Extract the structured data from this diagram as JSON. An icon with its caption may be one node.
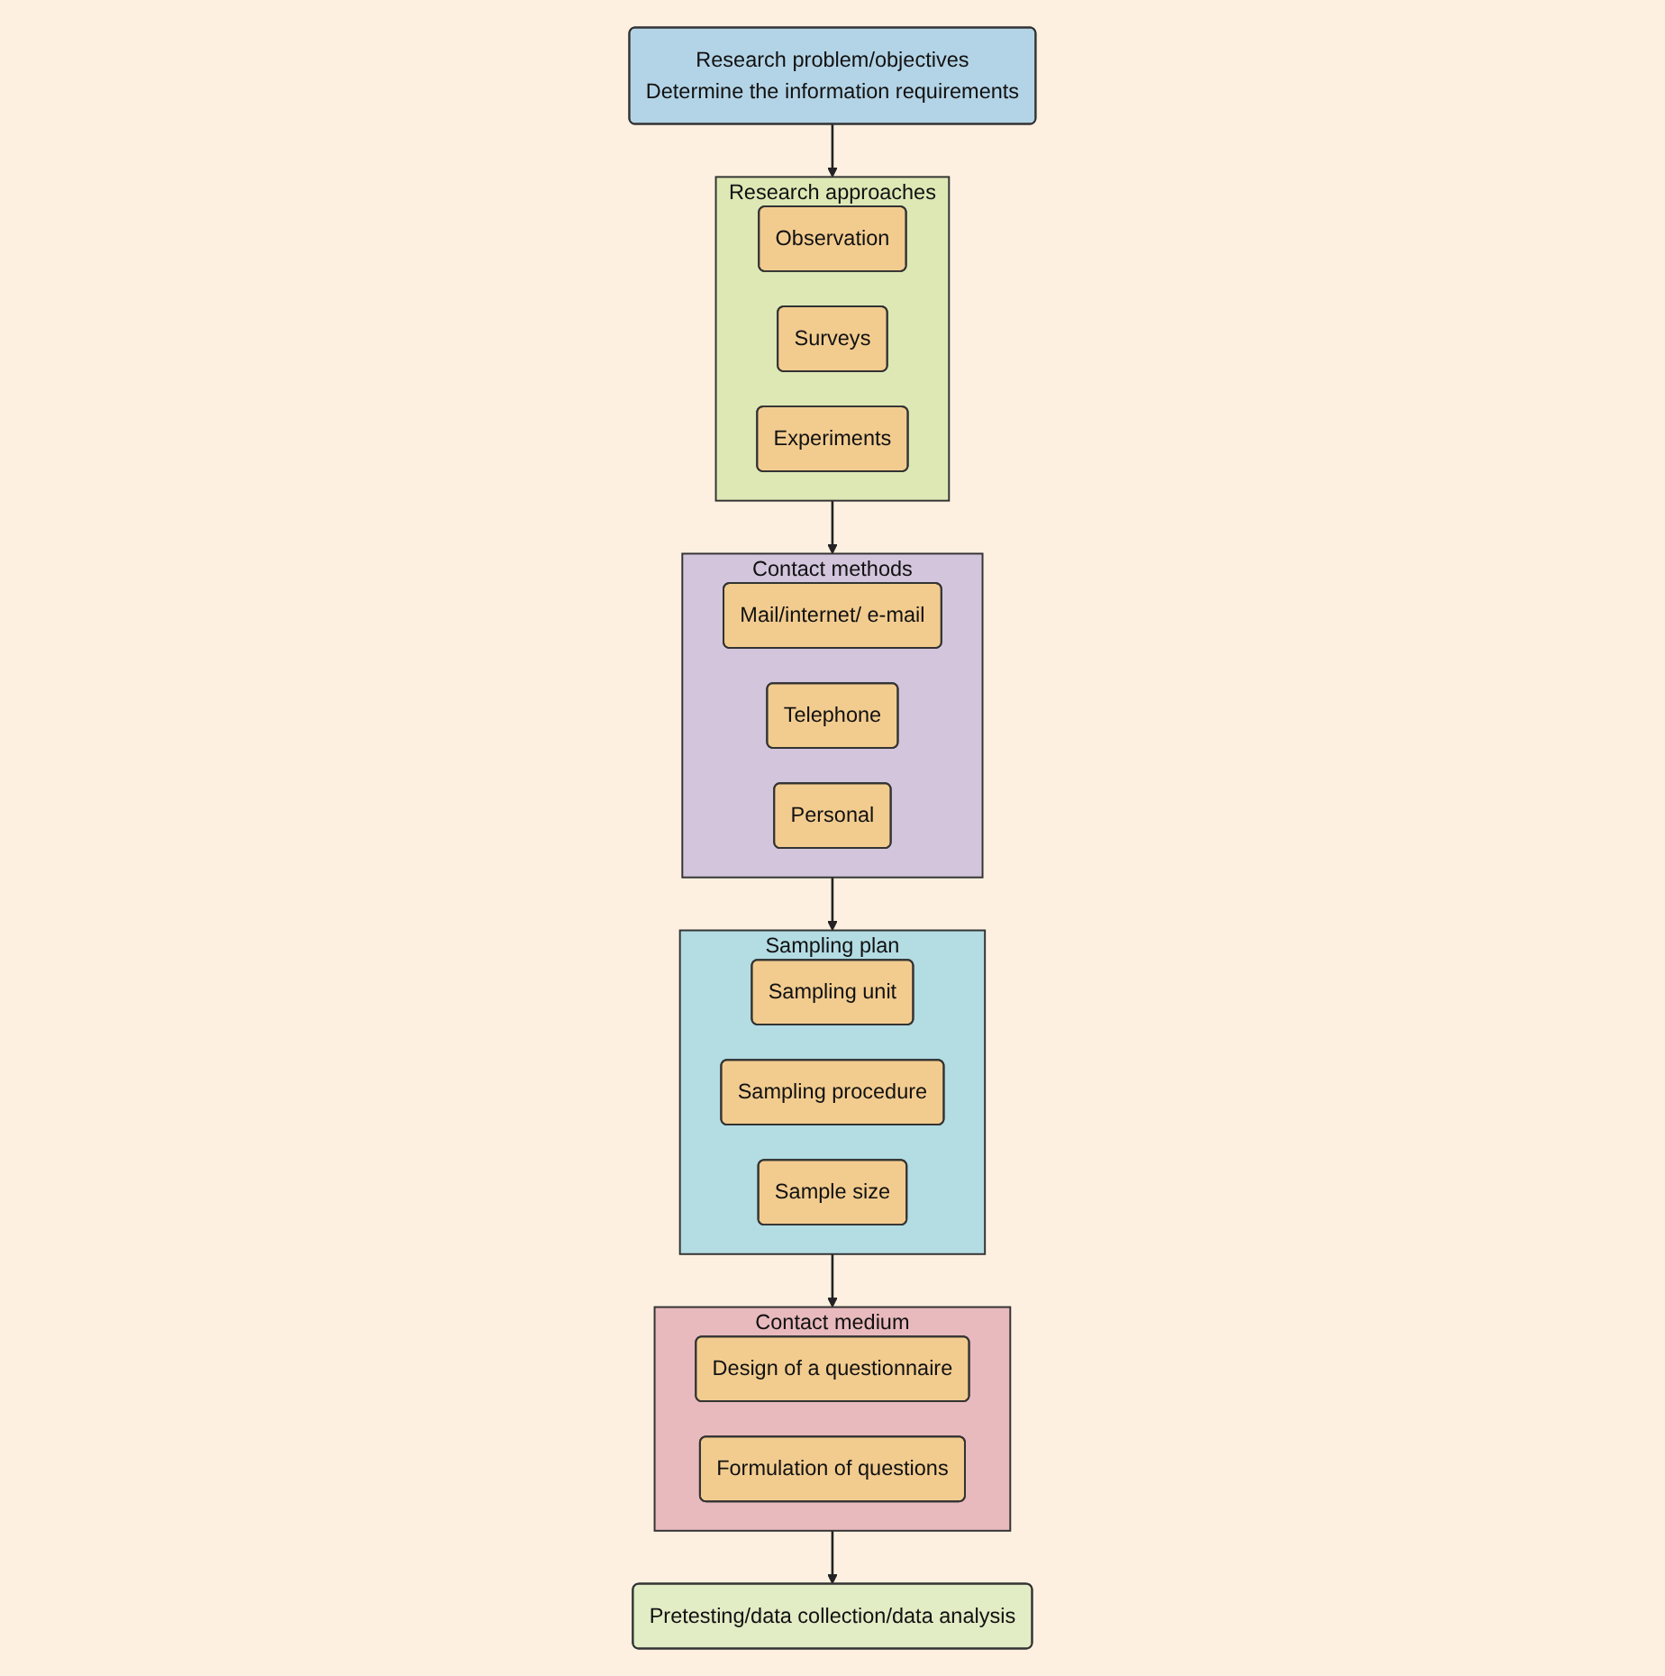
{
  "diagram": {
    "nodes": [
      {
        "text": [
          "Research problem/objectives",
          "Determine the information requirements"
        ]
      },
      {
        "text": [
          "Research approaches"
        ]
      },
      {
        "text": [
          "Observation"
        ],
        "in": 1
      },
      {
        "text": [
          "Surveys"
        ],
        "in": 1
      },
      {
        "text": [
          "Experiments"
        ],
        "in": 1
      },
      {
        "text": [
          "Contact methods"
        ]
      },
      {
        "text": [
          "Mail/internet/ e-mail"
        ],
        "in": 5
      },
      {
        "text": [
          "Telephone"
        ],
        "in": 5
      },
      {
        "text": [
          "Personal"
        ],
        "in": 5
      },
      {
        "text": [
          "Sampling plan"
        ]
      },
      {
        "text": [
          "Sampling unit"
        ],
        "in": 9
      },
      {
        "text": [
          "Sampling procedure"
        ],
        "in": 9
      },
      {
        "text": [
          "Sample size"
        ],
        "in": 9
      },
      {
        "text": [
          "Contact medium"
        ]
      },
      {
        "text": [
          "Design of a questionnaire"
        ],
        "in": 13
      },
      {
        "text": [
          "Formulation of questions"
        ],
        "in": 13
      },
      {
        "text": [
          "Pretesting/data collection/data analysis"
        ]
      }
    ],
    "edges": [
      {
        "from": 0,
        "to": 1,
        "arrow": "to"
      },
      {
        "from": 1,
        "to": 5,
        "arrow": "to"
      },
      {
        "from": 5,
        "to": 9,
        "arrow": "to"
      },
      {
        "from": 9,
        "to": 13,
        "arrow": "to"
      },
      {
        "from": 13,
        "to": 16,
        "arrow": "to"
      }
    ]
  }
}
